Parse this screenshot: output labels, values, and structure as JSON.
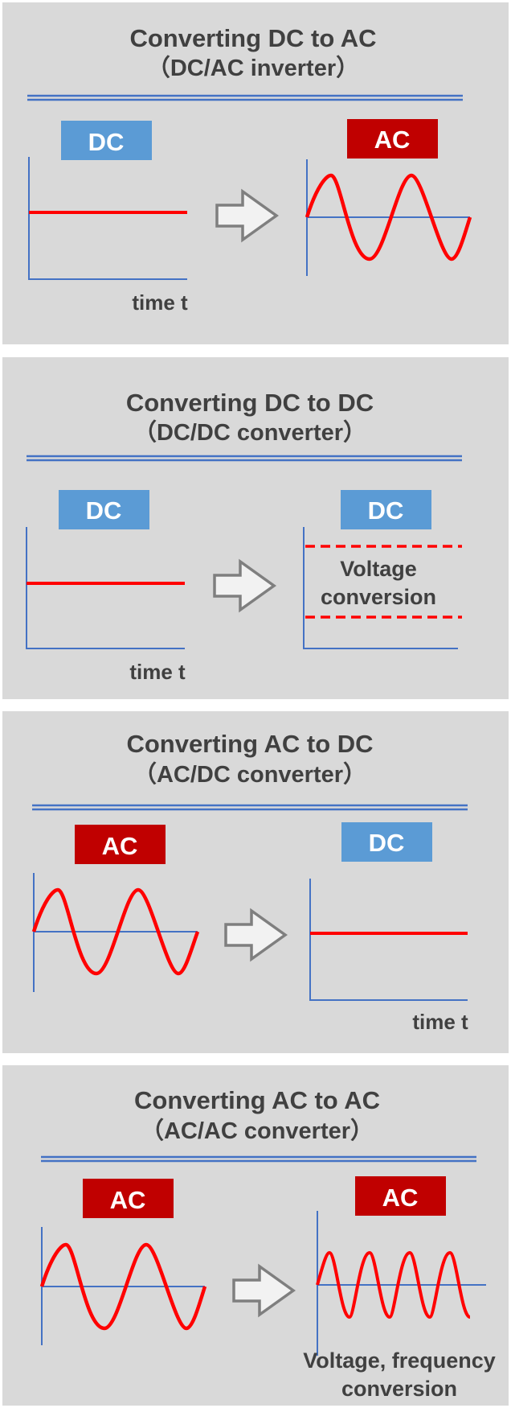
{
  "colors": {
    "panel_bg": "#d9d9d9",
    "title_text": "#404040",
    "title_rule": "#4472c4",
    "axis": "#4472c4",
    "dc_badge": "#5b9bd5",
    "ac_badge": "#c00000",
    "signal": "#ff0000",
    "arrow_fill": "#f2f2f2",
    "arrow_stroke": "#7f7f7f"
  },
  "icons": {
    "arrow": "right-arrow-icon"
  },
  "panels": [
    {
      "title_line1": "Converting DC to AC",
      "title_line2": "（DC/AC inverter）",
      "input_badge": "DC",
      "output_badge": "AC",
      "input_signal": "dc",
      "output_signal": "ac",
      "time_label": "time t"
    },
    {
      "title_line1": "Converting DC to DC",
      "title_line2": "（DC/DC converter）",
      "input_badge": "DC",
      "output_badge": "DC",
      "input_signal": "dc",
      "output_signal": "dc-dual",
      "output_note_line1": "Voltage",
      "output_note_line2": "conversion",
      "time_label": "time t"
    },
    {
      "title_line1": "Converting AC to DC",
      "title_line2": "（AC/DC converter）",
      "input_badge": "AC",
      "output_badge": "DC",
      "input_signal": "ac",
      "output_signal": "dc",
      "time_label": "time t"
    },
    {
      "title_line1": "Converting AC to AC",
      "title_line2": "（AC/AC converter）",
      "input_badge": "AC",
      "output_badge": "AC",
      "input_signal": "ac",
      "output_signal": "ac-high",
      "output_note_line1": "Voltage, frequency",
      "output_note_line2": "conversion"
    }
  ]
}
